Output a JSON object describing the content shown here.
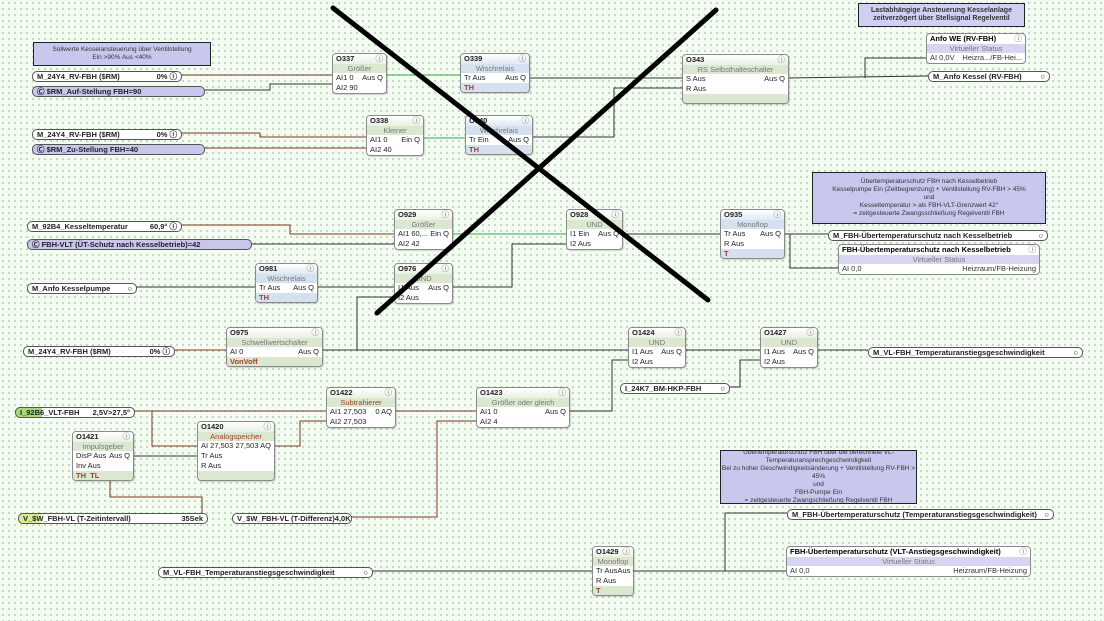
{
  "comments": [
    {
      "lines": [
        "Sollwerte Kesselansteuerung über Ventilstellung",
        "Ein >90% Aus <40%"
      ]
    },
    {
      "lines": [
        "Lastabhängige Ansteuerung Kesselanlage",
        "zeitverzögert über Stellsignal Regelventil"
      ]
    },
    {
      "lines": [
        "Übertemperaturschutz FBH nach Kesselbetrieb",
        "Kesselpumpe Ein (Zeitbegrenzung) + Ventilstellung RV-FBH > 45%",
        "und",
        "Kesseltemperatur > als FBH-VLT-Grenzwert 42°",
        "= zeitgesteuerte Zwangsschließung Regelventil FBH"
      ]
    },
    {
      "lines": [
        "Übertemperaturschutz FBH über die berechnete VL-Temperaturansprechgeschwindigkeit",
        "Bei zu hoher Geschwindigkeitsänderung + Ventilstellung RV-FBH > 45%",
        "und",
        "FBH-Pumpe Ein",
        "= zeitgesteuerte Zwangschließung Regelventil FBH"
      ]
    }
  ],
  "pills": [
    {
      "label": "M_24Y4_RV-FBH ($RM)",
      "value": "0% ⓘ",
      "kind": "mem"
    },
    {
      "label": "Ⓒ $RM_Auf-Stellung FBH=90",
      "value": "",
      "kind": "const"
    },
    {
      "label": "M_24Y4_RV-FBH ($RM)",
      "value": "0% ⓘ",
      "kind": "mem"
    },
    {
      "label": "Ⓒ $RM_Zu-Stellung FBH=40",
      "value": "",
      "kind": "const"
    },
    {
      "label": "M_92B4_Kesseltemperatur",
      "value": "60,9° ⓘ",
      "kind": "mem"
    },
    {
      "label": "Ⓒ FBH-VLT (ÜT-Schutz nach Kesselbetrieb)=42",
      "value": "",
      "kind": "const"
    },
    {
      "label": "M_Anfo Kesselpumpe",
      "value": "○",
      "kind": "mem"
    },
    {
      "label": "M_24Y4_RV-FBH ($RM)",
      "value": "0% ⓘ",
      "kind": "mem"
    },
    {
      "label": "I_92B6_VLT-FBH",
      "value": "2,5V>27,5°",
      "kind": "inp"
    },
    {
      "label": "V_$W_FBH-VL (T-Zeitintervall)",
      "value": "35Sek",
      "kind": "var"
    },
    {
      "label": "V_$W_FBH-VL (T-Differenz)",
      "value": "4,0K",
      "kind": "varw"
    },
    {
      "label": "M_VL-FBH_Temperaturanstiegsgeschwindigkeit",
      "value": "○",
      "kind": "mem"
    },
    {
      "label": "I_24K7_BM-HKP-FBH",
      "value": "○",
      "kind": "mem"
    },
    {
      "label": "M_Anfo Kessel (RV-FBH)",
      "value": "○",
      "kind": "mem"
    },
    {
      "label": "M_FBH-Übertemperaturschutz nach Kesselbetrieb",
      "value": "○",
      "kind": "mem"
    },
    {
      "label": "M_VL-FBH_Temperaturanstiegsgeschwindigkeit",
      "value": "○",
      "kind": "mem"
    },
    {
      "label": "M_FBH-Übertemperaturschutz (Temperaturanstiegsgeschwindigkeit)",
      "value": "○",
      "kind": "mem"
    }
  ],
  "status_blocks": [
    {
      "title": "Anfo WE (RV-FBH)",
      "type": "Virtueller Status",
      "input": "AI 0,0V",
      "room": "Heizra.../FB-Hei..."
    },
    {
      "title": "FBH-Übertemperaturschutz nach Kesselbetrieb",
      "type": "Virtueller Status",
      "input": "AI 0,0",
      "room": "Heizraum/FB-Heizung"
    },
    {
      "title": "FBH-Übertemperaturschutz (VLT-Anstiegsgeschwindigkeit)",
      "type": "Virtueller Status",
      "input": "AI 0,0",
      "room": "Heizraum/FB-Heizung"
    }
  ],
  "blocks": [
    {
      "id": "O337",
      "type": "Größer",
      "inputs": [
        "AI1 0",
        "AI2 90"
      ],
      "output": "Aus Q",
      "footer": ""
    },
    {
      "id": "O339",
      "type": "Wischrelais",
      "inputs": [
        "Tr Aus"
      ],
      "output": "Aus Q",
      "footer": "TH"
    },
    {
      "id": "O343",
      "type": "RS Selbsthalteschalter",
      "inputs": [
        "S Aus",
        "R Aus"
      ],
      "output": "Aus Q",
      "footer": " "
    },
    {
      "id": "O338",
      "type": "Kleiner",
      "inputs": [
        "AI1 0",
        "AI2 40"
      ],
      "output": "Ein Q",
      "footer": ""
    },
    {
      "id": "O340",
      "type": "Wischrelais",
      "inputs": [
        "Tr Ein"
      ],
      "output": "Aus Q",
      "footer": "TH"
    },
    {
      "id": "O929",
      "type": "Größer",
      "inputs": [
        "AI1 60,...",
        "AI2 42"
      ],
      "output": "Ein Q",
      "footer": ""
    },
    {
      "id": "O928",
      "type": "UND",
      "inputs": [
        "I1 Ein",
        "I2 Aus"
      ],
      "output": "Aus Q",
      "footer": ""
    },
    {
      "id": "O935",
      "type": "Monoflop",
      "inputs": [
        "Tr Aus",
        "R Aus"
      ],
      "output": "Aus Q",
      "footer": "T"
    },
    {
      "id": "O981",
      "type": "Wischrelais",
      "inputs": [
        "Tr Aus"
      ],
      "output": "Aus Q",
      "footer": "TH"
    },
    {
      "id": "O976",
      "type": "UND",
      "inputs": [
        "I1 Aus",
        "I2 Aus"
      ],
      "output": "Aus Q",
      "footer": ""
    },
    {
      "id": "O975",
      "type": "Schwellwertschalter",
      "inputs": [
        "AI 0"
      ],
      "output": "Aus Q",
      "footer": "VonVoff"
    },
    {
      "id": "O1424",
      "type": "UND",
      "inputs": [
        "I1 Aus",
        "I2 Aus"
      ],
      "output": "Aus Q",
      "footer": ""
    },
    {
      "id": "O1427",
      "type": "UND",
      "inputs": [
        "I1 Aus",
        "I2 Aus"
      ],
      "output": "Aus Q",
      "footer": ""
    },
    {
      "id": "O1422",
      "type": "Subtrahierer",
      "inputs": [
        "AI1 27,503",
        "AI2 27,503"
      ],
      "output": "0 AQ",
      "footer": ""
    },
    {
      "id": "O1423",
      "type": "Größer oder gleich",
      "inputs": [
        "AI1 0",
        "AI2 4"
      ],
      "output": "Aus Q",
      "footer": ""
    },
    {
      "id": "O1420",
      "type": "Analogspeicher",
      "inputs": [
        "AI 27,503",
        "Tr Aus",
        "R Aus"
      ],
      "output": "27,503 AQ",
      "footer": " "
    },
    {
      "id": "O1421",
      "type": "Impulsgeber",
      "inputs": [
        "DisP Aus",
        "Inv Aus"
      ],
      "output": "Aus Q",
      "footer": "TH  TL"
    },
    {
      "id": "O1429",
      "type": "Monoflop",
      "inputs": [
        "Tr Aus",
        "R Aus"
      ],
      "output": "Aus Q",
      "footer": "T"
    }
  ],
  "colors": {
    "analog_wire": "#7a3a22",
    "digital_wire": "#3aa63a",
    "wire": "#333333",
    "cross": "#000000"
  }
}
